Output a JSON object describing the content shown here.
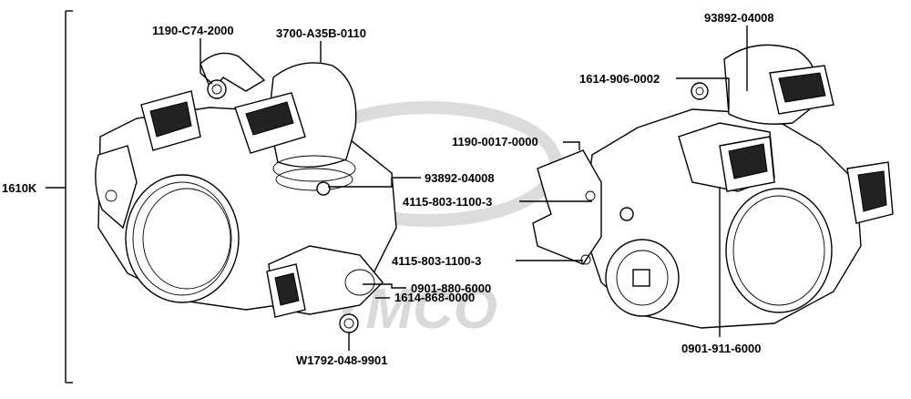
{
  "diagram": {
    "watermark": "YMCO",
    "assembly_label": "1610K",
    "left_view": {
      "callouts": [
        {
          "id": "c1",
          "text": "1190-C74-2000"
        },
        {
          "id": "c2",
          "text": "3700-A35B-0110"
        },
        {
          "id": "c3",
          "text": "93892-04008"
        },
        {
          "id": "c4",
          "text": "0901-880-6000"
        },
        {
          "id": "c5",
          "text": "1614-868-0000"
        },
        {
          "id": "c6",
          "text": "W1792-048-9901"
        }
      ]
    },
    "right_view": {
      "callouts": [
        {
          "id": "r1",
          "text": "93892-04008"
        },
        {
          "id": "r2",
          "text": "1614-906-0002"
        },
        {
          "id": "r3",
          "text": "1190-0017-0000"
        },
        {
          "id": "r4",
          "text": "4115-803-1100-3"
        },
        {
          "id": "r5",
          "text": "4115-803-1100-3"
        },
        {
          "id": "r6",
          "text": "0901-911-6000"
        }
      ]
    }
  }
}
